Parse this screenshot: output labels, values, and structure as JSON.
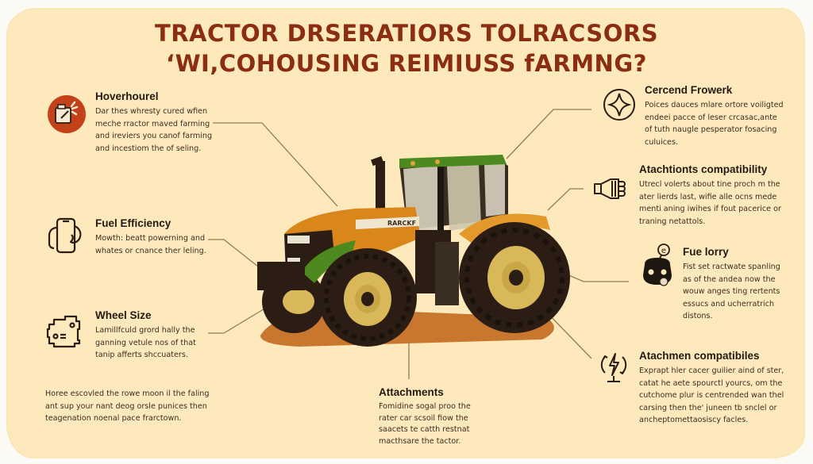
{
  "title": {
    "line1": "TRACTOR DRSERATIORS TOLRACSORS",
    "line2": "‘WI,COHOUSING REIMIUSS fARMNG?"
  },
  "left": [
    {
      "heading": "Hoverhourel",
      "text": [
        "Dar thes whresty cured wfien",
        "meche rractor maved farming",
        "and ireviers you canof farming",
        "and incestiom the of seling."
      ],
      "icon": "engine-badge-icon"
    },
    {
      "heading": "Fuel Efficiency",
      "text": [
        "Mowth: beatt powerning and",
        "whates or cnance ther leling."
      ],
      "icon": "phone-hand-icon"
    },
    {
      "heading": "Wheel Size",
      "text": [
        "Lamillfculd grord hally the",
        "ganning vetule nos of that",
        "tanip afferts shccuaters."
      ],
      "icon": "engine-block-icon"
    }
  ],
  "bottom_left": {
    "text": [
      "Horee escovled the rowe moon il the faling",
      "ant sup your nant deog orsle punices then",
      "teagenation noenal pace frarctown."
    ]
  },
  "bottom_center": {
    "heading": "Attachments",
    "text": [
      "Fomidine sogal proo the",
      "rater car scsoil fiow the",
      "saacets te catth restnat",
      "macthsare the tactor."
    ]
  },
  "right": [
    {
      "heading": "Cercend Frowerk",
      "text": [
        "Poices dauces mlare ortore voiligted",
        "endeei pacce of leser crcasac,ante",
        "of tuth naugle pesperator fosacing",
        "culuices."
      ],
      "icon": "sparkle-circle-icon"
    },
    {
      "heading": "Atachtionts compatibility",
      "text": [
        "Utrecl volerts about tine proch m the",
        "ater lierds last, wifie alle ocns mede",
        "menti aning iwihes if fout pacerice or",
        "traning netattols."
      ],
      "icon": "hydraulic-coupler-icon"
    },
    {
      "heading": "Fue lorry",
      "text": [
        "Fist set ractwate spanling",
        "as of the andea now the",
        "wouw anges ting rertents",
        "essucs and ucherratrich",
        "distons."
      ],
      "icon": "robot-face-icon"
    },
    {
      "heading": "Atachmen compatibiles",
      "text": [
        "Exprapt hler cacer guilier aind of ster,",
        "catat he aete spourctl yourcs, om the",
        "cutchome plur is centrended wan thel",
        "carsing then the' juneen tb snclel or",
        "ancheptomettaosiscy facles."
      ],
      "icon": "lightning-globe-icon"
    }
  ],
  "tractor": {
    "brand_label": "RARCKF",
    "colors": {
      "body": "#d9861a",
      "accent": "#4c8a1f",
      "tire": "#2b1d14",
      "rim": "#d9b85a",
      "shadow": "#c9772e"
    }
  },
  "colors": {
    "background": "#fde9bc",
    "title": "#8b2d10",
    "connector": "#9a7a4a",
    "icon_badge": "#c4421a"
  }
}
